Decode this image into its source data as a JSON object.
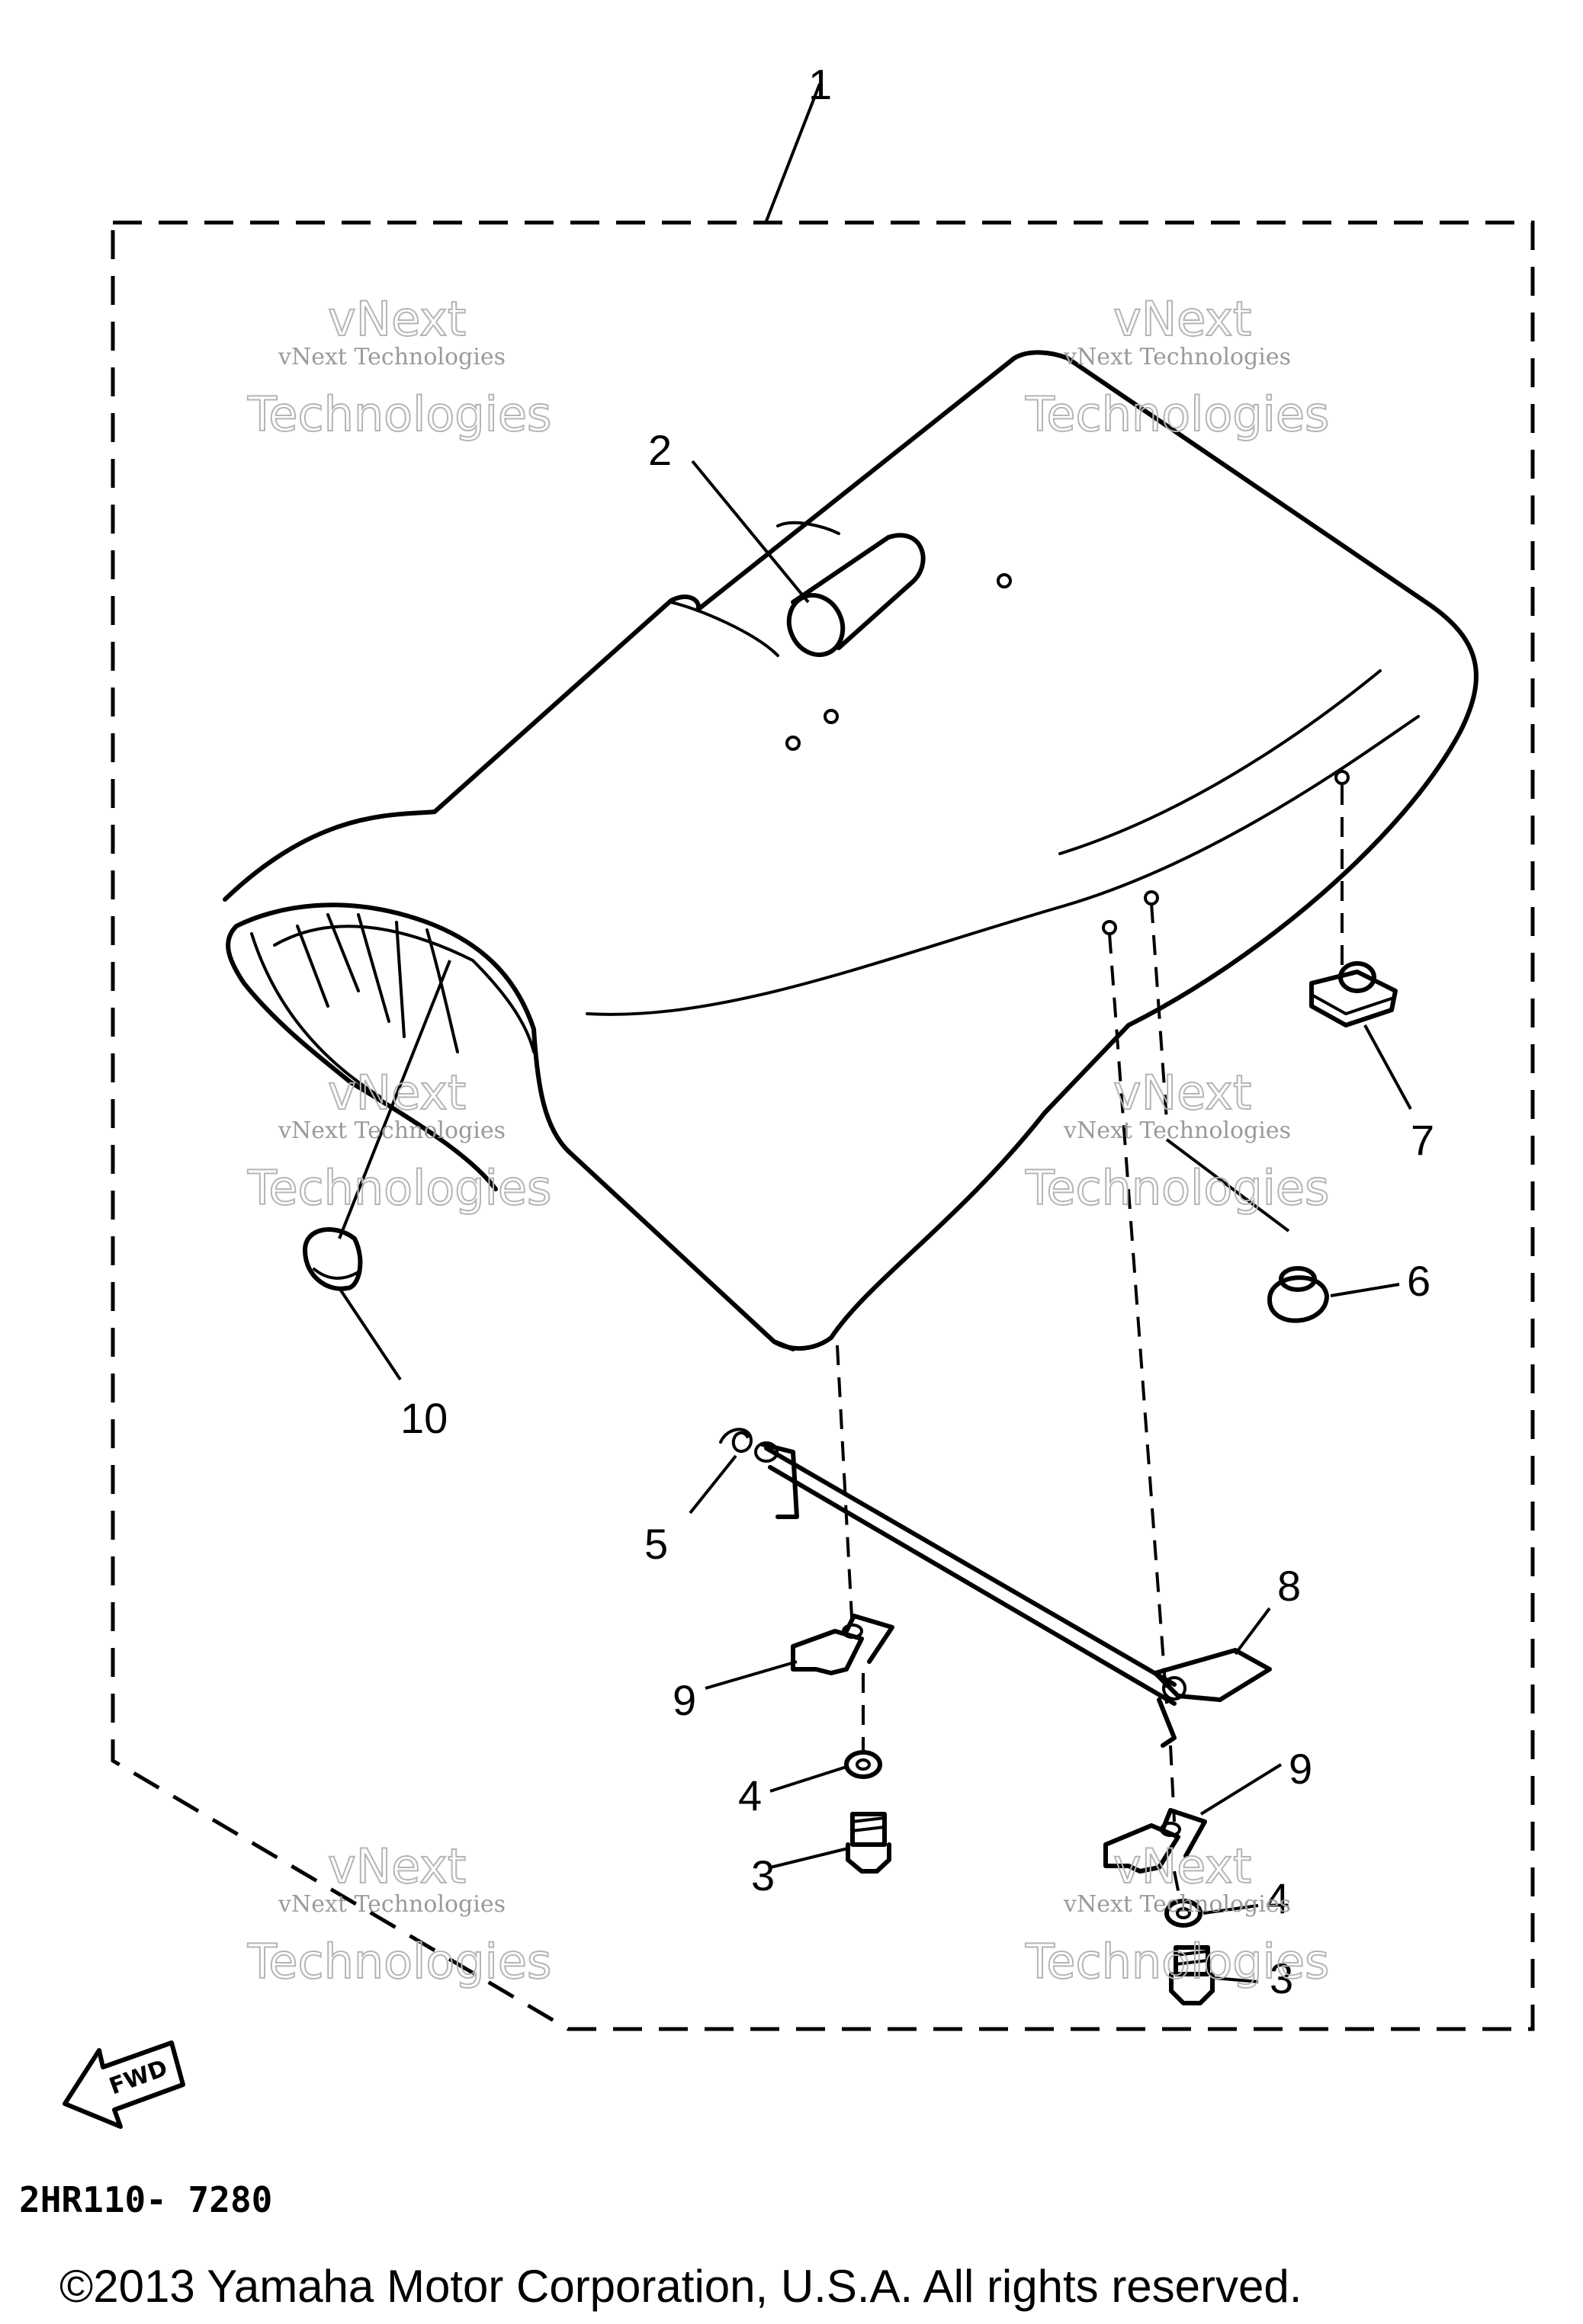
{
  "callouts": [
    {
      "id": "1",
      "label": "1"
    },
    {
      "id": "2",
      "label": "2"
    },
    {
      "id": "3a",
      "label": "3"
    },
    {
      "id": "3b",
      "label": "3"
    },
    {
      "id": "4a",
      "label": "4"
    },
    {
      "id": "4b",
      "label": "4"
    },
    {
      "id": "5",
      "label": "5"
    },
    {
      "id": "6",
      "label": "6"
    },
    {
      "id": "7",
      "label": "7"
    },
    {
      "id": "8",
      "label": "8"
    },
    {
      "id": "9a",
      "label": "9"
    },
    {
      "id": "9b",
      "label": "9"
    },
    {
      "id": "10",
      "label": "10"
    }
  ],
  "watermark": {
    "line1": "vNext Technologies",
    "line2a": "vNext",
    "line2b": "Technologies"
  },
  "fwd_arrow_label": "FWD",
  "diagram_code": "2HR110- 7280",
  "copyright": "©2013 Yamaha Motor Corporation, U.S.A. All rights reserved."
}
